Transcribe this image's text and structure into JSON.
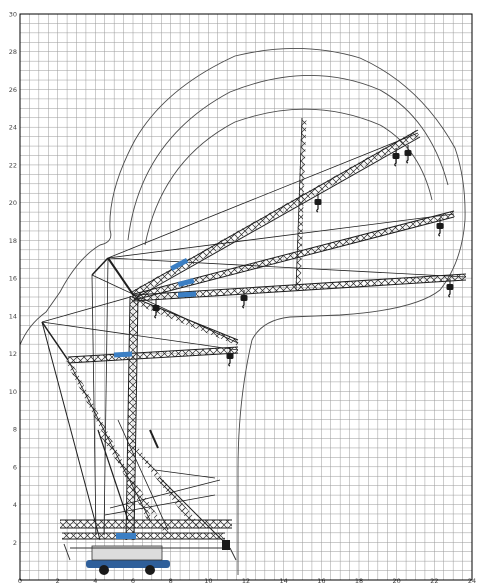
{
  "diagram": {
    "kind": "crane load range chart",
    "y_axis": {
      "ticks": [
        "2",
        "4",
        "6",
        "8",
        "10",
        "12",
        "14",
        "16",
        "18",
        "20",
        "22",
        "24",
        "26",
        "28",
        "30"
      ],
      "range": [
        0,
        30
      ]
    },
    "x_axis": {
      "ticks": [
        "0",
        "2",
        "4",
        "6",
        "8",
        "10",
        "12",
        "14",
        "16",
        "18",
        "20",
        "22",
        "24"
      ],
      "range": [
        0,
        24
      ]
    },
    "grid": true,
    "colors": {
      "grid": "#9a9a9a",
      "frame": "#000000",
      "boom": "#1f1f1f",
      "brand_blue": "#3b7fc4",
      "base_blue": "#2f5f9a",
      "envelope": "#4a4a4a"
    },
    "icons": {
      "hook": "crane-hook-icon",
      "wheel": "wheel-icon"
    }
  }
}
